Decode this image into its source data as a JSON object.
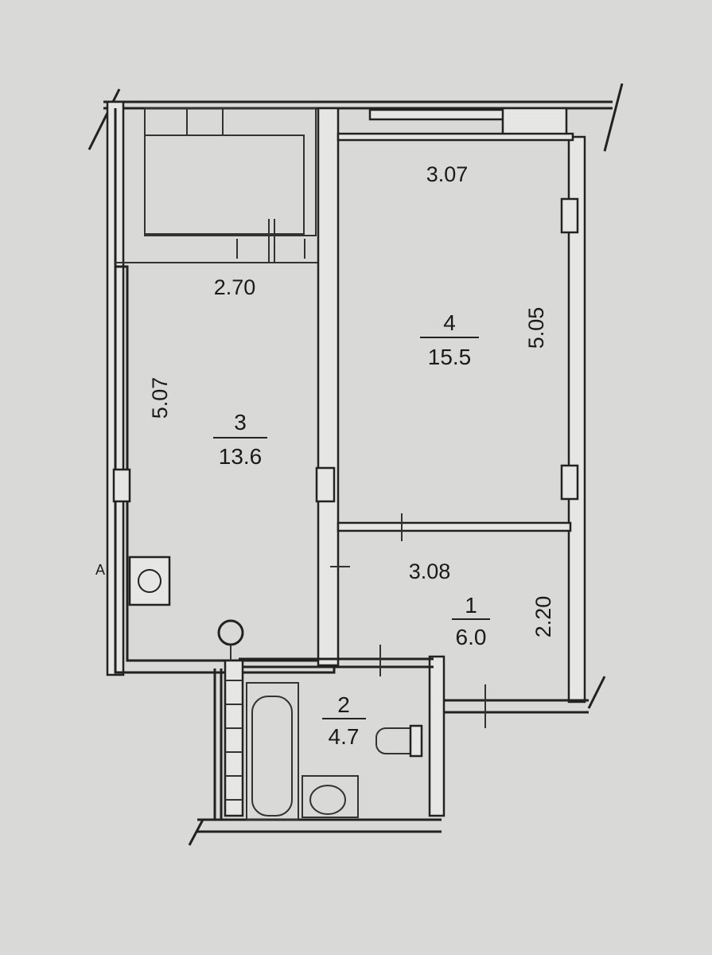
{
  "plan": {
    "rooms": [
      {
        "number": "1",
        "area": "6.0"
      },
      {
        "number": "2",
        "area": "4.7"
      },
      {
        "number": "3",
        "area": "13.6"
      },
      {
        "number": "4",
        "area": "15.5"
      }
    ],
    "dimensions": {
      "room4_width": "3.07",
      "room4_length": "5.05",
      "room3_width": "2.70",
      "room3_length": "5.07",
      "room1_width": "3.08",
      "room1_length": "2.20"
    },
    "marker": "A"
  }
}
